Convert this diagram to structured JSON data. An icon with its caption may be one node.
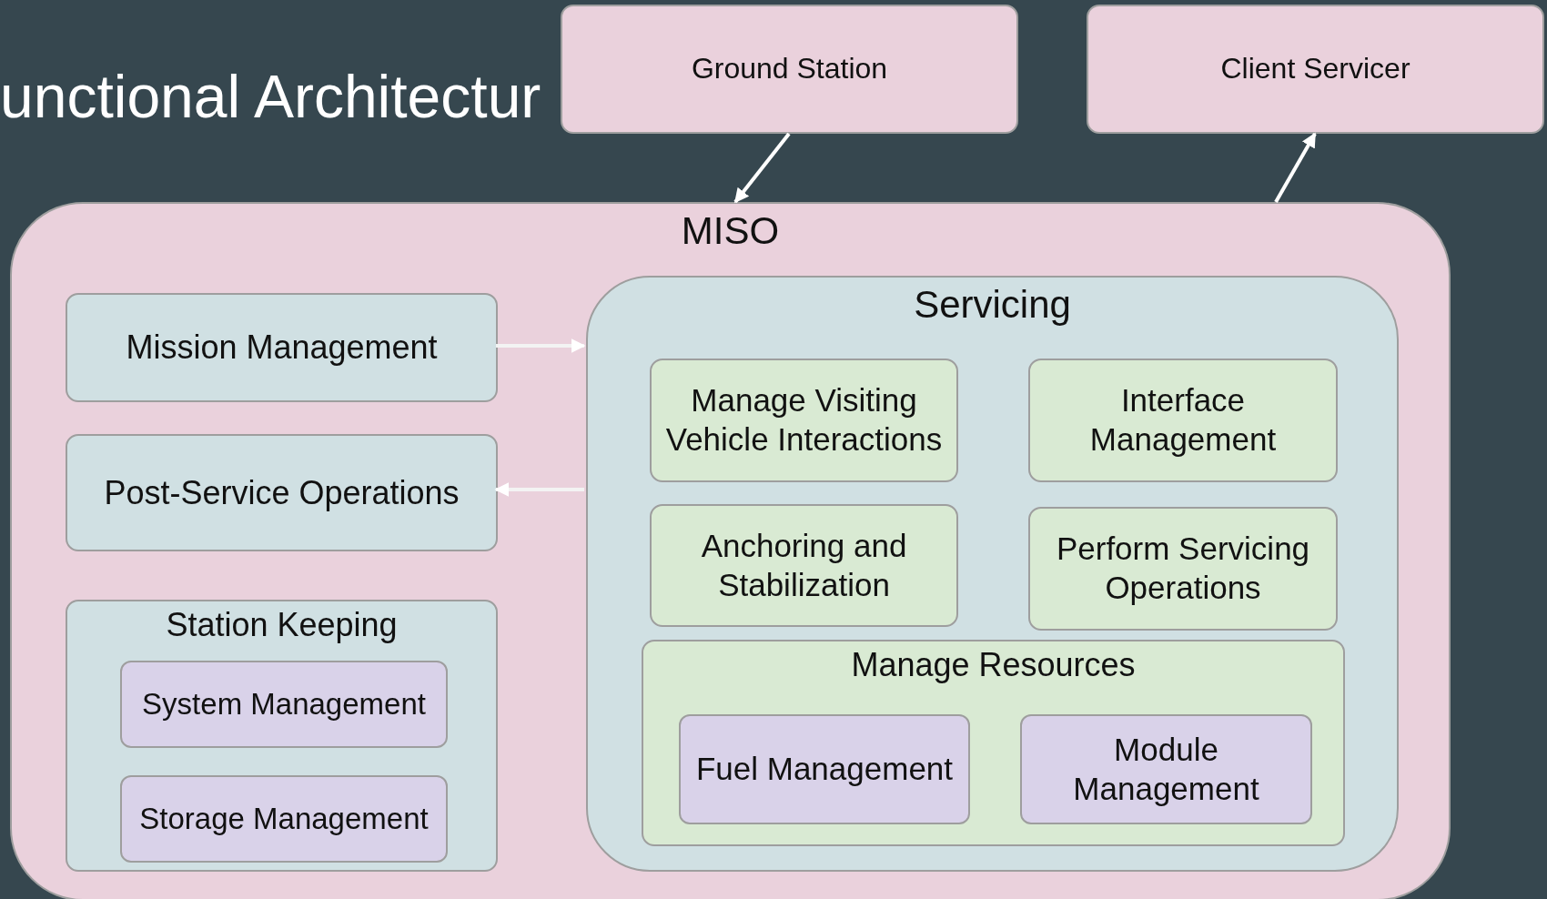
{
  "diagram": {
    "title": "unctional Architectur",
    "nodes": [
      {
        "text": [
          "Ground Station"
        ]
      },
      {
        "text": [
          "Client Servicer"
        ]
      },
      {
        "text": [
          "MISO"
        ]
      },
      {
        "text": [
          "Mission Management"
        ],
        "in": 2
      },
      {
        "text": [
          "Post-Service Operations"
        ],
        "in": 2
      },
      {
        "text": [
          "Station Keeping"
        ],
        "in": 2
      },
      {
        "text": [
          "System Management"
        ],
        "in": 5
      },
      {
        "text": [
          "Storage Management"
        ],
        "in": 5
      },
      {
        "text": [
          "Servicing"
        ],
        "in": 2
      },
      {
        "text": [
          "Manage Visiting Vehicle Interactions"
        ],
        "in": 8
      },
      {
        "text": [
          "Interface Management"
        ],
        "in": 8
      },
      {
        "text": [
          "Anchoring and Stabilization"
        ],
        "in": 8
      },
      {
        "text": [
          "Perform Servicing Operations"
        ],
        "in": 8
      },
      {
        "text": [
          "Manage Resources"
        ],
        "in": 8
      },
      {
        "text": [
          "Fuel Management"
        ],
        "in": 13
      },
      {
        "text": [
          "Module Management"
        ],
        "in": 13
      }
    ],
    "edges": [
      {
        "from": 0,
        "to": 2,
        "arrow": "to"
      },
      {
        "from": 2,
        "to": 1,
        "arrow": "to"
      },
      {
        "from": 3,
        "to": 8,
        "arrow": "to"
      },
      {
        "from": 8,
        "to": 4,
        "arrow": "to"
      }
    ]
  }
}
